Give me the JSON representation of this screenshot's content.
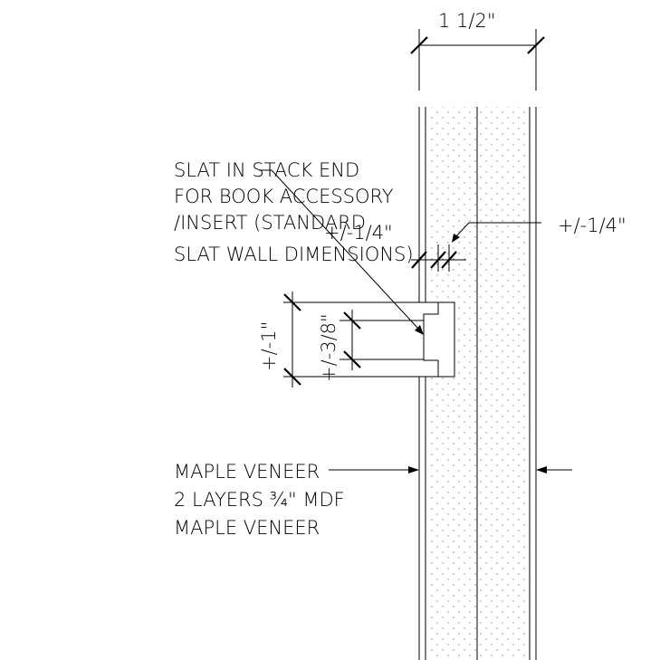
{
  "dimensions": {
    "overall_width": "1 1/2\"",
    "veneer_left": "+/-1/4\"",
    "veneer_right": "+/-1/4\"",
    "slat_opening": "+/-3/8\"",
    "slat_overall": "+/-1\""
  },
  "callouts": {
    "slat_note": [
      "SLAT IN STACK END",
      "FOR BOOK ACCESSORY",
      "/INSERT (STANDARD",
      "SLAT WALL DIMENSIONS)"
    ],
    "layer_note": [
      "MAPLE VENEER",
      "2 LAYERS ¾\" MDF",
      "MAPLE VENEER"
    ]
  }
}
